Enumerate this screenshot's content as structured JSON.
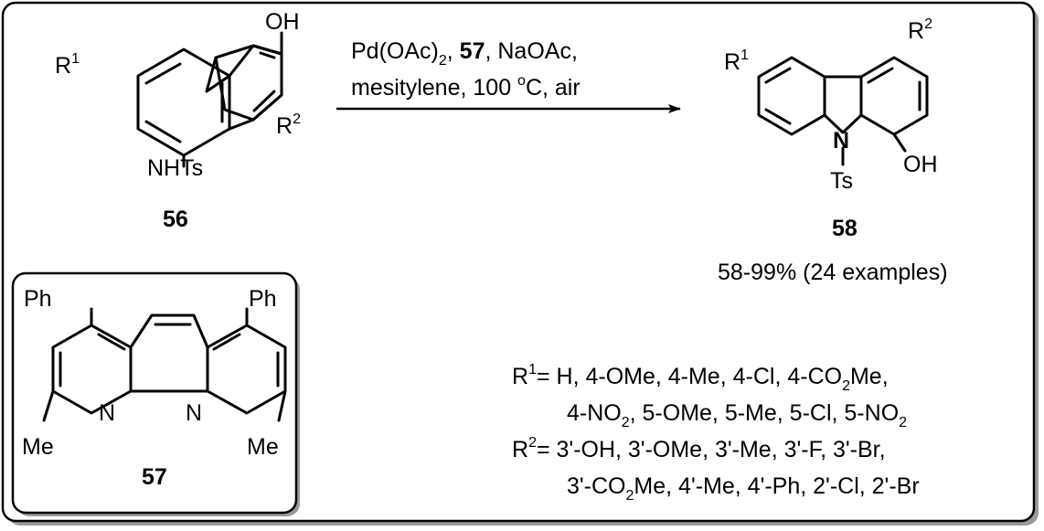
{
  "reaction": {
    "reagents_line1": {
      "a": "Pd(OAc)",
      "a_sub": "2",
      "b": ", ",
      "c": "57",
      "d": ", NaOAc,"
    },
    "reagents_line2": {
      "a": "mesitylene, 100 ",
      "deg": "o",
      "b": "C, air"
    }
  },
  "compound56": {
    "id": "56",
    "oh": "OH",
    "r1": "R",
    "r1_sup": "1",
    "r2": "R",
    "r2_sup": "2",
    "nhts": "NHTs"
  },
  "compound58": {
    "id": "58",
    "r1": "R",
    "r1_sup": "1",
    "r2": "R",
    "r2_sup": "2",
    "n": "N",
    "ts": "Ts",
    "oh": "OH",
    "yield": "58-99% (24 examples)"
  },
  "ligand57": {
    "id": "57",
    "ph_left": "Ph",
    "ph_right": "Ph",
    "n_left": "N",
    "n_right": "N",
    "me_left": "Me",
    "me_right": "Me"
  },
  "substituents": {
    "r1_line1": {
      "a": "R",
      "a_sup": "1",
      "b": "= H, 4-OMe, 4-Me, 4-Cl, 4-CO",
      "b_sub": "2",
      "c": "Me,"
    },
    "r1_line2": {
      "a": "4-NO",
      "a_sub": "2",
      "b": ", 5-OMe, 5-Me, 5-Cl, 5-NO",
      "b_sub": "2"
    },
    "r2_line1": {
      "a": "R",
      "a_sup": "2",
      "b": "= 3'-OH, 3'-OMe, 3'-Me, 3'-F, 3'-Br,"
    },
    "r2_line2": {
      "a": "3'-CO",
      "a_sub": "2",
      "b": "Me, 4'-Me, 4'-Ph, 2'-Cl, 2'-Br"
    }
  }
}
